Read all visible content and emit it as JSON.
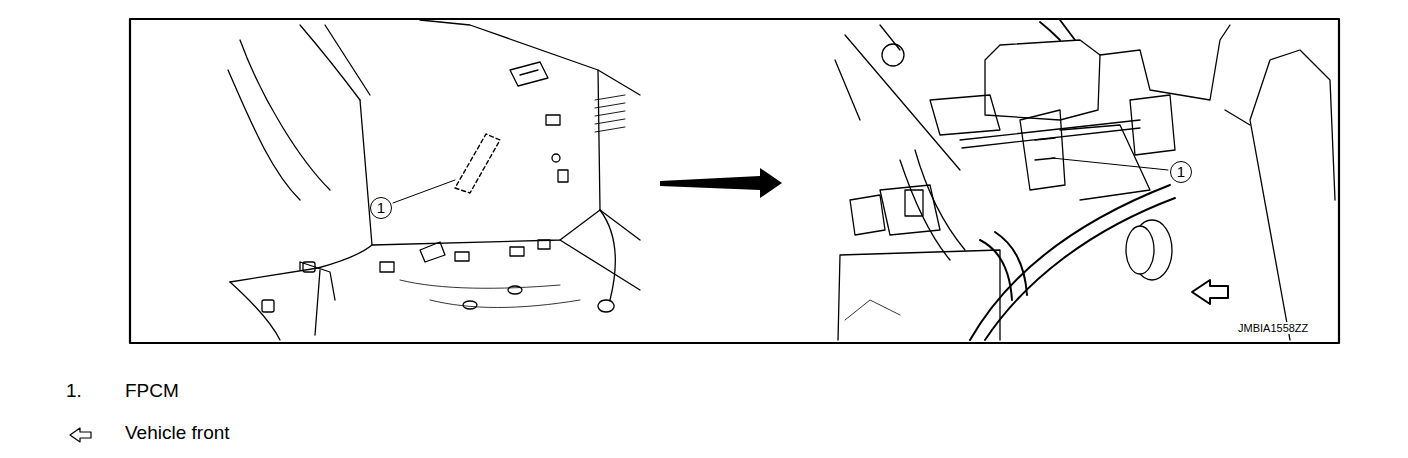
{
  "diagram": {
    "labels": [
      "1",
      "1",
      "JMBIA1558ZZ",
      "1.",
      "FPCM"
    ],
    "legend": [
      {
        "text": "Vehicle front"
      }
    ]
  }
}
